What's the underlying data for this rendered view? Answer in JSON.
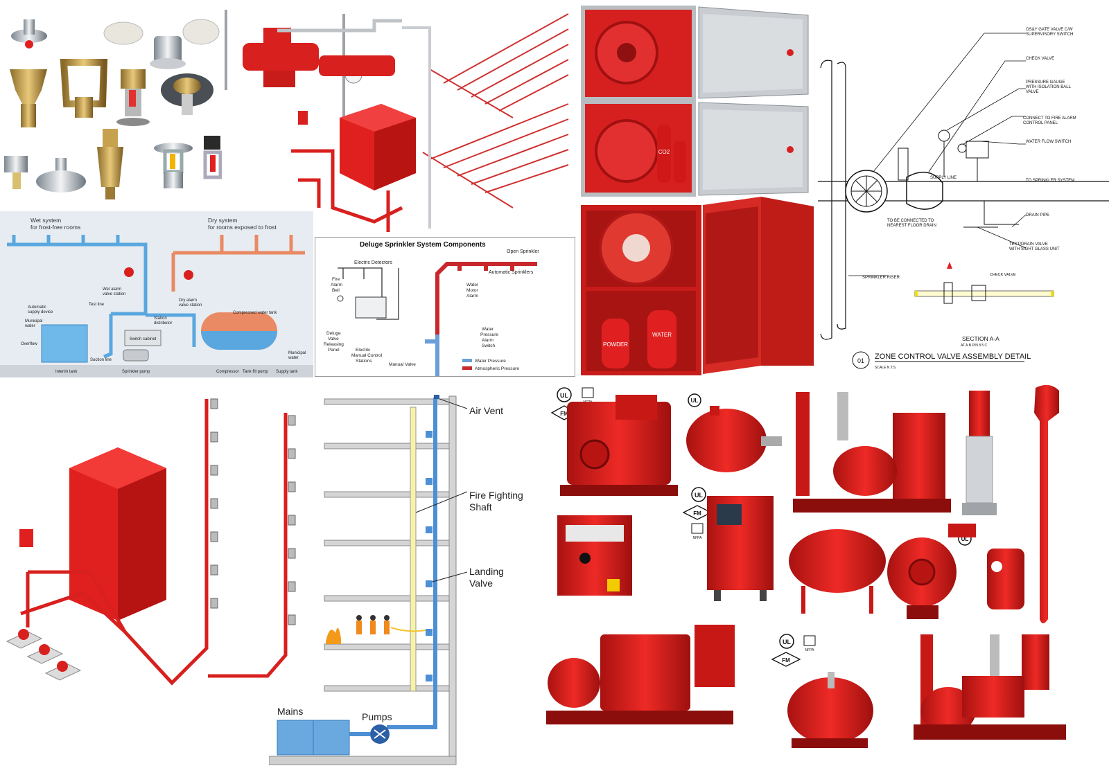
{
  "wet_dry": {
    "wet_title": "Wet system",
    "wet_sub": "for frost-free rooms",
    "dry_title": "Dry system",
    "dry_sub": "for rooms exposed to frost",
    "labels": {
      "test_line": "Test line",
      "wet_alarm": "Wet alarm",
      "valve_station": "valve station",
      "dry_alarm": "Dry alarm",
      "dry_valve_station": "valve station",
      "compressed_tank": "Compressed water tank",
      "automatic": "Automatic",
      "supply_device": "supply device",
      "municipal": "Municipal",
      "water": "water",
      "overflow": "Overflow",
      "station": "Station",
      "distributor": "distributor",
      "switch_cabinet": "Switch cabinet",
      "suction_line": "Suction line",
      "interim_tank": "Interim tank",
      "sprinkler_pump": "Sprinkler pump",
      "compressor": "Compressor",
      "tank_fill_pump": "Tank fill pump",
      "supply_tank": "Supply tank",
      "municipal_r": "Municipal",
      "water_r": "water"
    }
  },
  "deluge": {
    "title": "Deluge Sprinkler System Components",
    "open_sprinkler": "Open Sprinkler",
    "electric_detectors": "Electric Detectors",
    "automatic_sprinklers": "Automatic Sprinklers",
    "fire": "Fire",
    "alarm": "Alarm",
    "bell": "Bell",
    "water": "Water",
    "motor": "Motor",
    "alarm2": "Alarm",
    "deluge": "Deluge",
    "valve": "Valve",
    "releasing": "Releasing",
    "panel": "Panel",
    "electric": "Electric",
    "manual_control": "Manual Control",
    "stations": "Stations",
    "water2": "Water",
    "pressure": "Pressure",
    "alarm3": "Alarm",
    "switch": "Switch",
    "manual_valve": "Manual Valve",
    "legend_water": "Water Pressure",
    "legend_atm": "Atmospheric Pressure",
    "colors": {
      "water": "#6a9fd8",
      "atm": "#c8282c"
    }
  },
  "zone_valve": {
    "labels": [
      "OS&Y GATE VALVE C/W",
      "SUPERVISORY SWITCH",
      "CHECK VALVE",
      "PRESSURE GAUGE",
      "WITH ISOLATION BALL",
      "VALVE",
      "CONNECT TO FIRE ALARM",
      "CONTROL PANEL",
      "WATER FLOW SWITCH",
      "TO SPRINKLER SYSTEM",
      "SUPPLY LINE",
      "DRAIN PIPE",
      "TO BE CONNECTED TO",
      "NEAREST FLOOR DRAIN",
      "TEST/DRAIN VALVE",
      "WITH SIGHT GLASS UNIT",
      "SPRINKLER RISER",
      "CHECK VALVE"
    ],
    "section": "SECTION A-A",
    "section_sub": "AT A.B PIN 8.5 C",
    "number": "01",
    "title": "ZONE CONTROL VALVE ASSEMBLY DETAIL",
    "scale": "SCALE N.T.S."
  },
  "riser": {
    "air_vent": "Air Vent",
    "shaft_l1": "Fire Fighting",
    "shaft_l2": "Shaft",
    "landing_l1": "Landing",
    "landing_l2": "Valve",
    "mains": "Mains",
    "pumps": "Pumps"
  },
  "cabinets": {
    "co2": "CO2",
    "powder": "POWDER",
    "water": "WATER"
  },
  "badges": {
    "ul": "UL",
    "fm": "FM",
    "nfpa": "NFPA"
  },
  "colors": {
    "fire_red": "#d8201e",
    "pipe_blue": "#5aa7e0",
    "pipe_orange": "#e98a64",
    "steel": "#9aa0a6"
  }
}
